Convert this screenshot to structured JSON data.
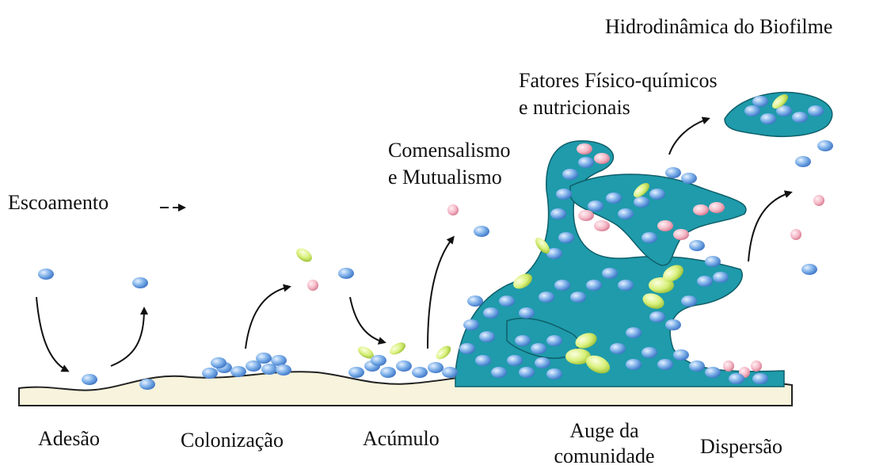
{
  "title": "Hidrodinâmica do Biofilme",
  "labels": {
    "flow": "Escoamento",
    "factors_line1": "Fatores Físico-químicos",
    "factors_line2": "e nutricionais",
    "interaction_line1": "Comensalismo",
    "interaction_line2": "e Mutualismo"
  },
  "stages": {
    "adhesion": "Adesão",
    "colonization": "Colonização",
    "accumulation": "Acúmulo",
    "peak_line1": "Auge da",
    "peak_line2": "comunidade",
    "dispersion": "Dispersão"
  },
  "colors": {
    "cell_blue": "#7aaee8",
    "cell_pink": "#f4b7c6",
    "cell_green": "#d8f07a",
    "matrix_teal": "#1f9bab",
    "surface": "#f7f3dc"
  }
}
